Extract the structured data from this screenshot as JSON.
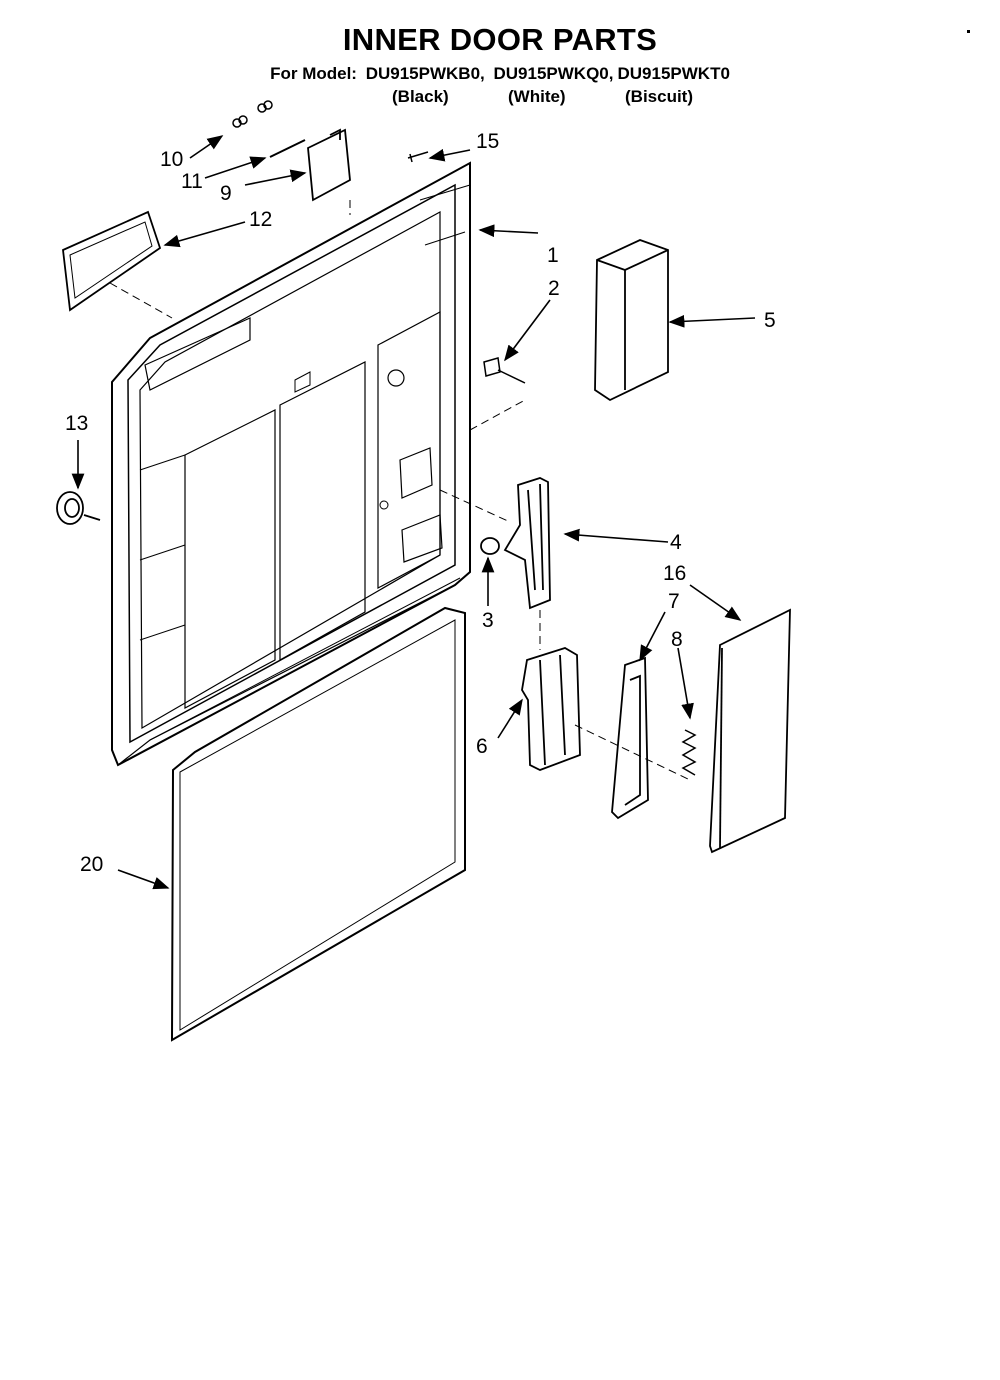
{
  "header": {
    "title": "INNER DOOR PARTS",
    "model_prefix": "For Model:",
    "models": [
      "DU915PWKB0,",
      "DU915PWKQ0,",
      "DU915PWKT0"
    ],
    "colors": [
      "(Black)",
      "(White)",
      "(Biscuit)"
    ]
  },
  "callouts": [
    "1",
    "2",
    "3",
    "4",
    "5",
    "6",
    "7",
    "8",
    "9",
    "10",
    "11",
    "12",
    "13",
    "15",
    "16",
    "20"
  ],
  "colors": {
    "line": "#000000",
    "background": "#ffffff"
  }
}
